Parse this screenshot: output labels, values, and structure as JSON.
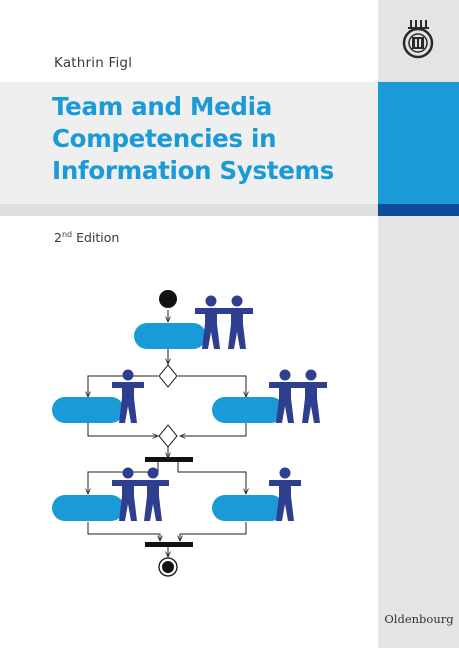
{
  "book": {
    "author": "Kathrin Figl",
    "title_lines": [
      "Team and Media",
      "Competencies in",
      "Information Systems"
    ],
    "edition_number": "2",
    "edition_suffix": "nd",
    "edition_word": "Edition",
    "publisher": "Oldenbourg"
  },
  "colors": {
    "accent_blue": "#1a9ad6",
    "navy": "#0d4b9c",
    "figure_blue": "#2f3f8f"
  },
  "icons": {
    "publisher_logo": "oldenbourg-seal-icon",
    "diagram": "activity-diagram-illustration"
  }
}
